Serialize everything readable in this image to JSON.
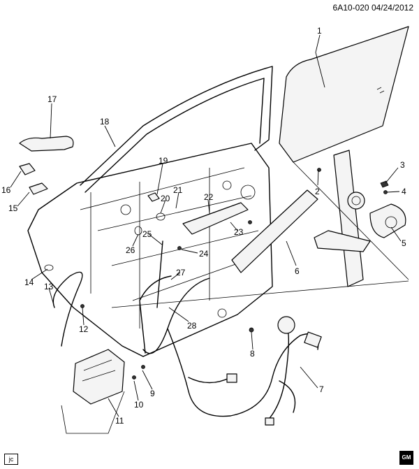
{
  "header": {
    "code": "6A10-020",
    "date": "04/24/2012"
  },
  "footer": {
    "corner_tag": "jc",
    "brand_logo": "GM"
  },
  "callouts": [
    {
      "id": "c1",
      "label": "1"
    },
    {
      "id": "c2",
      "label": "2"
    },
    {
      "id": "c3",
      "label": "3"
    },
    {
      "id": "c4",
      "label": "4"
    },
    {
      "id": "c5",
      "label": "5"
    },
    {
      "id": "c6",
      "label": "6"
    },
    {
      "id": "c7",
      "label": "7"
    },
    {
      "id": "c8",
      "label": "8"
    },
    {
      "id": "c9",
      "label": "9"
    },
    {
      "id": "c10",
      "label": "10"
    },
    {
      "id": "c11",
      "label": "11"
    },
    {
      "id": "c12",
      "label": "12"
    },
    {
      "id": "c13",
      "label": "13"
    },
    {
      "id": "c14",
      "label": "14"
    },
    {
      "id": "c15",
      "label": "15"
    },
    {
      "id": "c16",
      "label": "16"
    },
    {
      "id": "c17",
      "label": "17"
    },
    {
      "id": "c18",
      "label": "18"
    },
    {
      "id": "c19",
      "label": "19"
    },
    {
      "id": "c20",
      "label": "20"
    },
    {
      "id": "c21",
      "label": "21"
    },
    {
      "id": "c22",
      "label": "22"
    },
    {
      "id": "c23",
      "label": "23"
    },
    {
      "id": "c24",
      "label": "24"
    },
    {
      "id": "c25",
      "label": "25"
    },
    {
      "id": "c26",
      "label": "26"
    },
    {
      "id": "c27",
      "label": "27"
    },
    {
      "id": "c28",
      "label": "28"
    }
  ]
}
